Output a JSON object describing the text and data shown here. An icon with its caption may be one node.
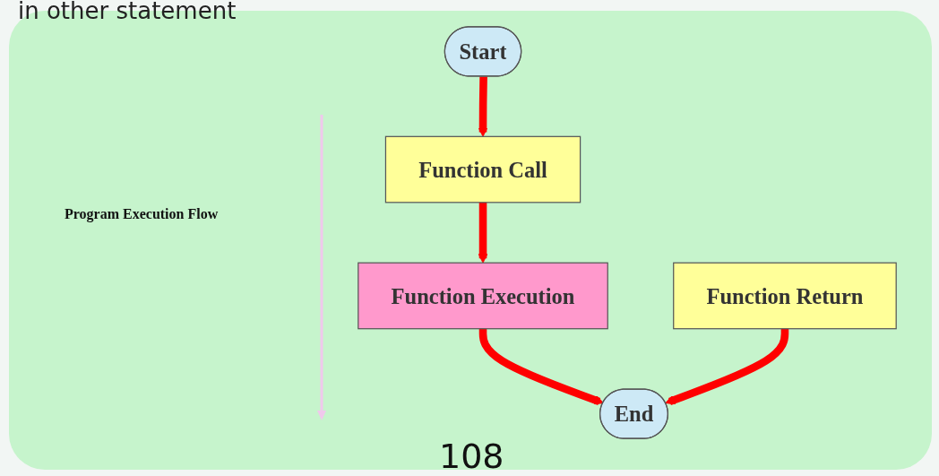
{
  "diagram": {
    "nodes": [
      {
        "text": [
          "Start"
        ]
      },
      {
        "text": [
          "Function Call"
        ]
      },
      {
        "text": [
          "Function Execution"
        ]
      },
      {
        "text": [
          "Function Return"
        ]
      },
      {
        "text": [
          "End"
        ]
      }
    ],
    "edges": [
      {
        "from": 0,
        "to": 1,
        "arrow": "to"
      },
      {
        "from": 1,
        "to": 2,
        "arrow": "to"
      },
      {
        "from": 2,
        "to": 4,
        "arrow": "to"
      },
      {
        "from": 3,
        "to": 4,
        "arrow": "to"
      }
    ],
    "labels": [
      "in other statement",
      "Program Execution Flow",
      "108"
    ]
  }
}
